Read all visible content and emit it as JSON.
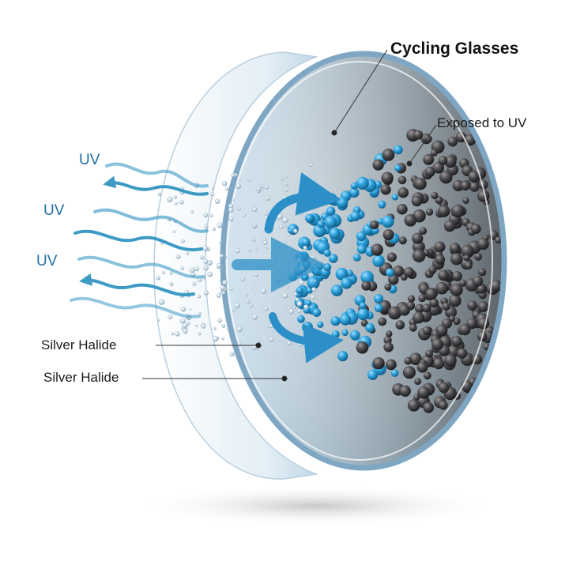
{
  "labels": {
    "title": "Cycling Glasses",
    "exposed": "Exposed to UV",
    "silver_halide_1": "Silver Halide",
    "silver_halide_2": "Silver Halide",
    "uv_1": "UV",
    "uv_2": "UV",
    "uv_3": "UV"
  },
  "colors": {
    "uv_wave": "#3d9ac4",
    "lens_tint": "#d6e7f1",
    "rim": "#7fa7c4",
    "clear_molecule": "#2a9fd8",
    "dark_molecule": "#4a4a4f",
    "arrow": "#2c8fc7"
  },
  "icons": {
    "uv_rays": "wavy-arrow-icon",
    "conversion": "curved-arrow-icon"
  }
}
